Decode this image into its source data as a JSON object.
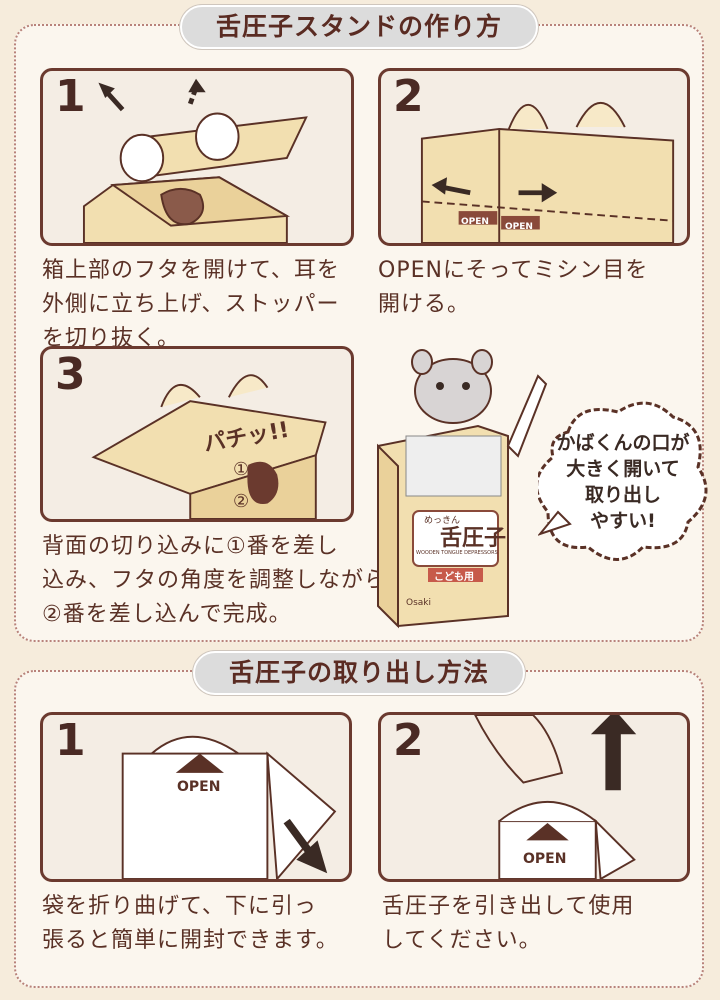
{
  "section1": {
    "title": "舌圧子スタンドの作り方",
    "steps": [
      {
        "number": "1",
        "lines": [
          "箱上部のフタを開けて、耳を",
          "外側に立ち上げ、ストッパー",
          "を切り抜く。"
        ]
      },
      {
        "number": "2",
        "lines": [
          "OPENにそってミシン目を",
          "開ける。"
        ],
        "labels": [
          "OPEN",
          "OPEN"
        ]
      },
      {
        "number": "3",
        "lines": [
          "背面の切り込みに①番を差し",
          "込み、フタの角度を調整しながら",
          "②番を差し込んで完成。"
        ],
        "labels": [
          "パチッ!!",
          "①",
          "②"
        ]
      }
    ],
    "bubble_lines": [
      "かばくんの口が",
      "大きく開いて",
      "取り出し",
      "やすい!"
    ],
    "product_labels": {
      "small": "めっきん",
      "name": "舌圧子",
      "sub": "WOODEN TONGUE DEPRESSORS",
      "kids": "こども用",
      "brand": "Osaki"
    }
  },
  "section2": {
    "title": "舌圧子の取り出し方法",
    "steps": [
      {
        "number": "1",
        "lines": [
          "袋を折り曲げて、下に引っ",
          "張ると簡単に開封できます。"
        ],
        "label": "OPEN"
      },
      {
        "number": "2",
        "lines": [
          "舌圧子を引き出して使用",
          "してください。"
        ],
        "label": "OPEN"
      }
    ]
  },
  "colors": {
    "brown": "#5a3126",
    "border": "#6b3a2f",
    "box": "#f2dfb0",
    "background": "#f6ecdc"
  }
}
